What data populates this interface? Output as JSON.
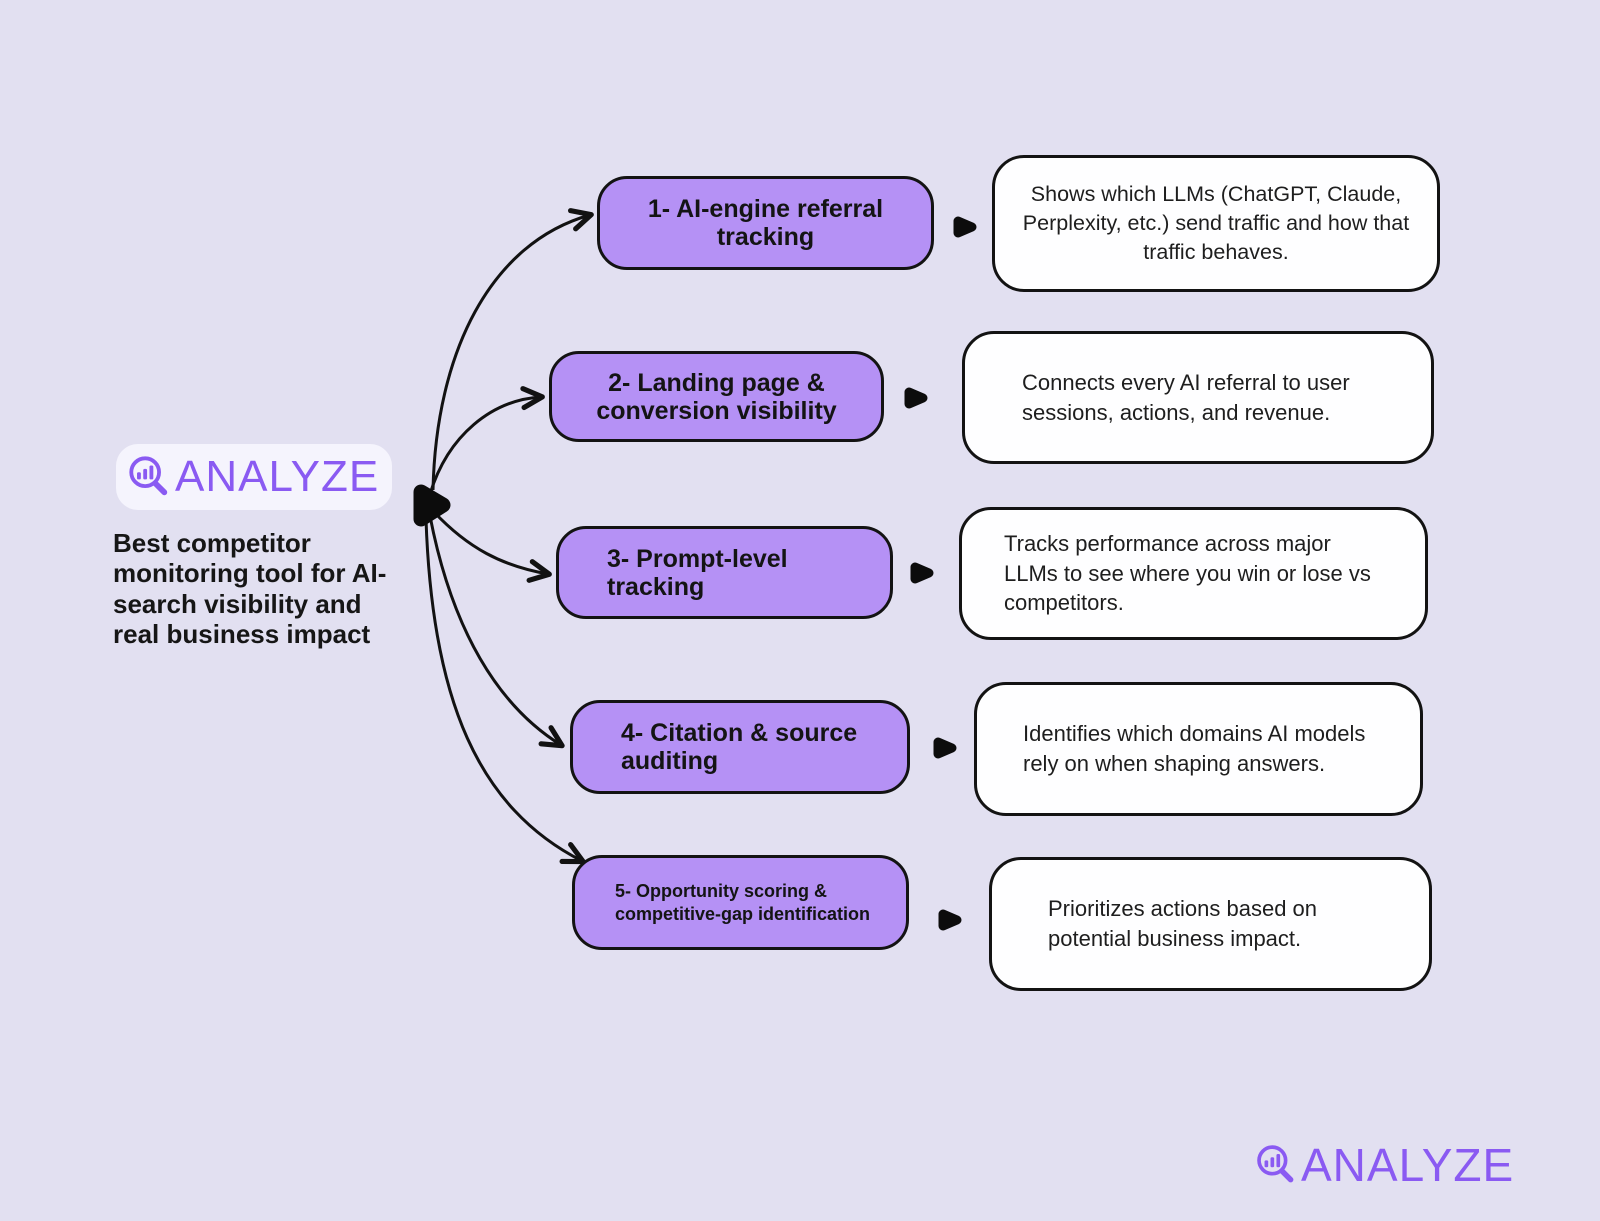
{
  "canvas": {
    "background_color": "#E2E0F1",
    "accent_purple": "#8A5AF2",
    "node_fill_purple": "#B591F5",
    "card_fill": "#FEFEFF",
    "ink": "#121212"
  },
  "brand": {
    "logo_text": "ANALYZE",
    "icon": "magnifier-bar-chart-icon"
  },
  "headline": {
    "text": "Best competitor monitoring tool for AI-search visibility and real business impact"
  },
  "nodes": [
    {
      "label": "1- AI-engine referral tracking",
      "description": "Shows which LLMs (ChatGPT, Claude, Perplexity, etc.) send traffic and how that traffic behaves."
    },
    {
      "label": "2- Landing page & conversion visibility",
      "description": "Connects every AI referral to user sessions, actions, and revenue."
    },
    {
      "label": "3- Prompt-level tracking",
      "description": "Tracks performance across major LLMs to see where you win or lose vs competitors."
    },
    {
      "label": "4- Citation & source auditing",
      "description": "Identifies which domains AI models rely on when shaping answers."
    },
    {
      "label": "5- Opportunity scoring & competitive-gap identification",
      "description": "Prioritizes actions based on potential business impact."
    }
  ],
  "footer": {
    "logo_text": "ANALYZE"
  }
}
